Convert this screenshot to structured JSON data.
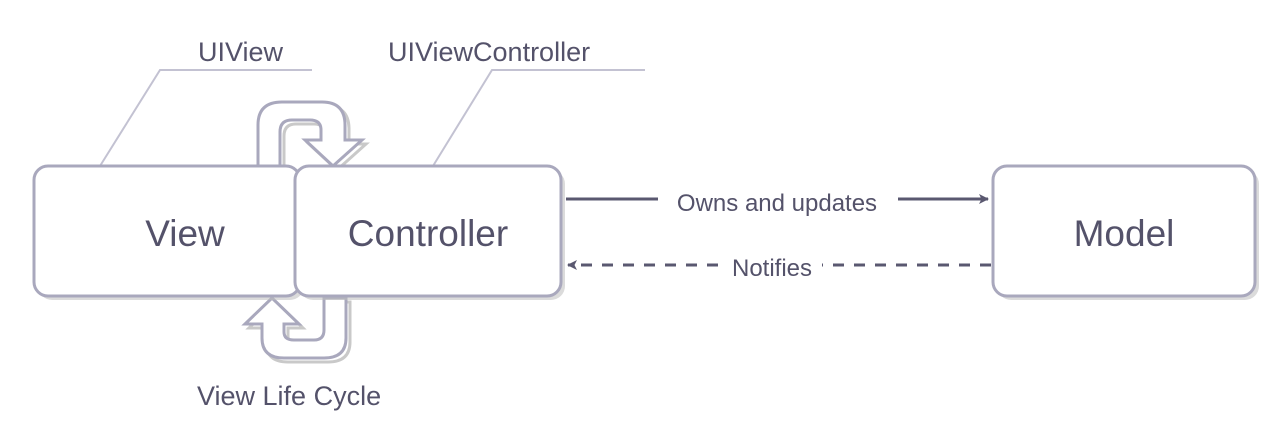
{
  "diagram": {
    "nodes": {
      "view": "View",
      "controller": "Controller",
      "model": "Model"
    },
    "callouts": {
      "uiview": "UIView",
      "uiviewcontroller": "UIViewController",
      "life_cycle": "View Life Cycle"
    },
    "edges": {
      "owns": "Owns and updates",
      "notifies": "Notifies"
    }
  },
  "colors": {
    "box_stroke": "#a9a8bd",
    "text": "#54526a",
    "arrow": "#5a5870",
    "background": "#ffffff"
  }
}
